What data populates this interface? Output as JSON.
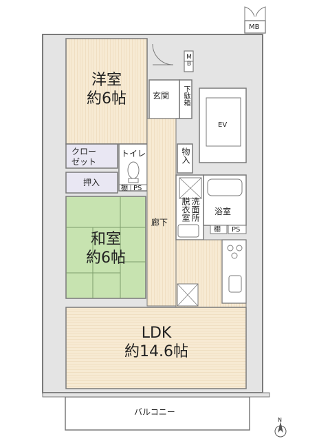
{
  "rooms": {
    "western": {
      "line1": "洋室",
      "line2": "約6帖"
    },
    "japanese": {
      "line1": "和室",
      "line2": "約6帖"
    },
    "ldk": {
      "line1": "LDK",
      "line2": "約14.6帖"
    },
    "entrance": "玄関",
    "shoe_box": "下駄箱",
    "closet_line1": "クロー",
    "closet_line2": "ゼット",
    "toilet": "トイレ",
    "oshiire": "押入",
    "shelf_toilet": "棚",
    "ps_toilet": "PS",
    "storage": "物入",
    "hallway": "廊下",
    "washroom_col1": "脱衣室",
    "washroom_col2": "洗面所",
    "bathroom": "浴室",
    "shelf_bath": "棚",
    "ps_bath": "PS",
    "balcony": "バルコニー",
    "ev": "EV",
    "mb_top": "MB",
    "mb_entry": "MB"
  },
  "compass": {
    "label": "N"
  },
  "colors": {
    "wall": "#7a7a7a",
    "room_fill": "#f8ecd6",
    "closet_fill": "#e9e7f3",
    "tatami": "#c7e3b0",
    "wall_fill": "#dcdcdc"
  }
}
